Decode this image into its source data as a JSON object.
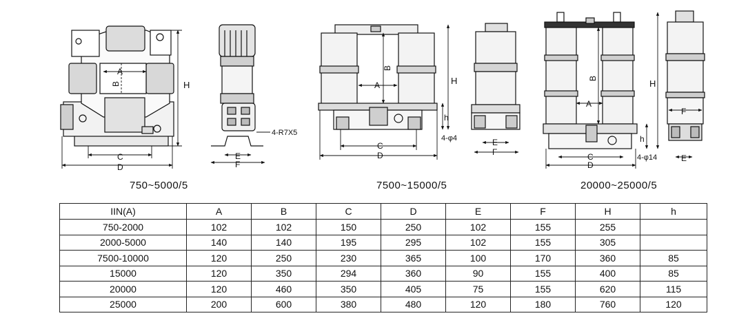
{
  "captions": [
    "750~5000/5",
    "7500~15000/5",
    "20000~25000/5"
  ],
  "drawing_labels": {
    "A": "A",
    "B": "B",
    "C": "C",
    "D": "D",
    "E": "E",
    "F": "F",
    "H": "H",
    "h": "h",
    "mount_note_1": "4-R7X5",
    "mount_note_2": "4-φ4",
    "mount_note_3": "4-φ14"
  },
  "table": {
    "headers": [
      "IIN(A)",
      "A",
      "B",
      "C",
      "D",
      "E",
      "F",
      "H",
      "h"
    ],
    "rows": [
      [
        "750-2000",
        "102",
        "102",
        "150",
        "250",
        "102",
        "155",
        "255",
        ""
      ],
      [
        "2000-5000",
        "140",
        "140",
        "195",
        "295",
        "102",
        "155",
        "305",
        ""
      ],
      [
        "7500-10000",
        "120",
        "250",
        "230",
        "365",
        "100",
        "170",
        "360",
        "85"
      ],
      [
        "15000",
        "120",
        "350",
        "294",
        "360",
        "90",
        "155",
        "400",
        "85"
      ],
      [
        "20000",
        "120",
        "460",
        "350",
        "405",
        "75",
        "155",
        "620",
        "115"
      ],
      [
        "25000",
        "200",
        "600",
        "380",
        "480",
        "120",
        "180",
        "760",
        "120"
      ]
    ]
  }
}
